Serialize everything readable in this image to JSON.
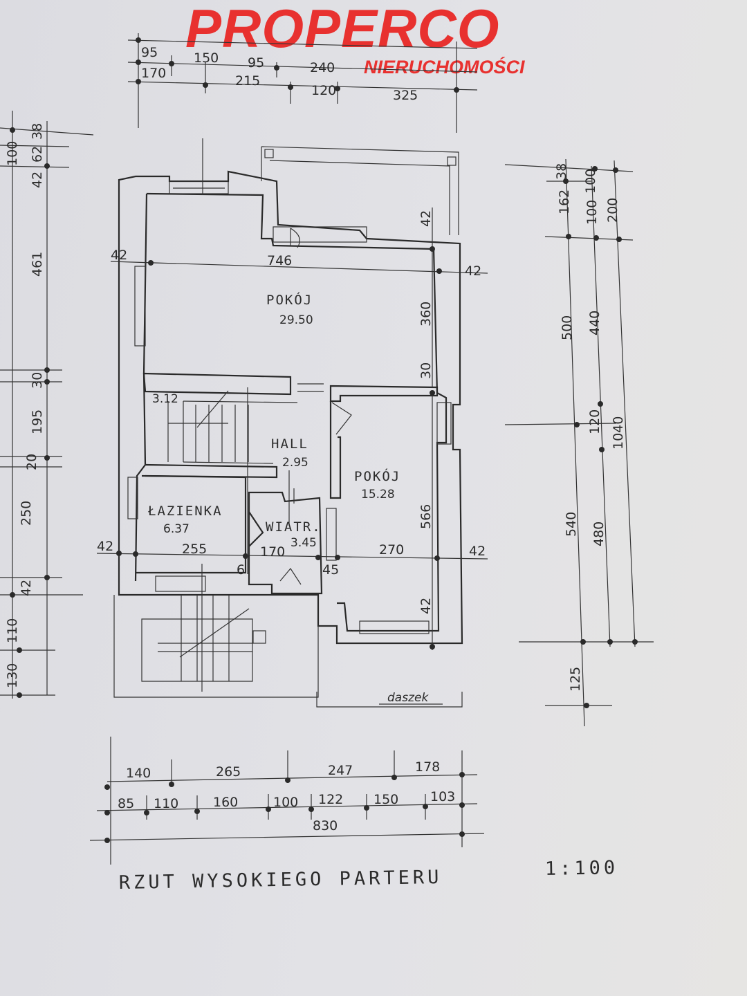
{
  "logo": {
    "main": "PROPERCO",
    "sub": "NIERUCHOMOŚCI",
    "color": "#e8312f"
  },
  "title": {
    "text": "RZUT WYSOKIEGO PARTERU",
    "scale": "1:100"
  },
  "rooms": {
    "pokoj_large": {
      "label": "POKÓJ",
      "area": "29.50"
    },
    "stairs": {
      "area": "3.12"
    },
    "hall": {
      "label": "HALL",
      "area": "2.95"
    },
    "pokoj_small": {
      "label": "POKÓJ",
      "area": "15.28"
    },
    "lazienka": {
      "label": "ŁAZIENKA",
      "area": "6.37"
    },
    "wiatrolap": {
      "label": "WIATR.",
      "area": "3.45"
    },
    "daszek": "daszek"
  },
  "dims": {
    "top_row1": [
      "95",
      "150",
      "95",
      "240"
    ],
    "top_row2": [
      "170",
      "215",
      "120",
      "325"
    ],
    "left_col": [
      "100",
      "42",
      "62",
      "38",
      "461",
      "30",
      "195",
      "20",
      "250",
      "42",
      "110",
      "130"
    ],
    "right_col": [
      "38",
      "162",
      "100",
      "100",
      "200",
      "500",
      "440",
      "120",
      "1040",
      "540",
      "480",
      "125"
    ],
    "inner": {
      "w746": "746",
      "h360": "360",
      "h566": "566",
      "w255": "255",
      "w170": "170",
      "w270": "270",
      "wall42_a": "42",
      "wall42_b": "42",
      "wall42_c": "42",
      "wall42_d": "42",
      "wall42_e": "42",
      "wall42_f": "42",
      "wall30": "30",
      "wall6": "6",
      "wall45": "45"
    },
    "bottom_row1": [
      "140",
      "265",
      "247",
      "178"
    ],
    "bottom_row2": [
      "85",
      "110",
      "160",
      "100",
      "122",
      "150",
      "103"
    ],
    "bottom_total": "830"
  }
}
